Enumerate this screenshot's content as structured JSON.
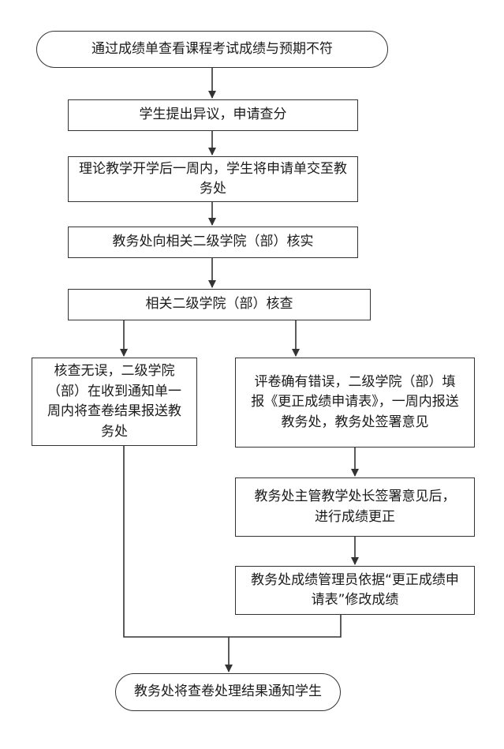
{
  "diagram": {
    "nodes": {
      "start": "通过成绩单查看课程考试成绩与预期不符",
      "step1": "学生提出异议，申请查分",
      "step2": "理论教学开学后一周内，学生将申请单交至教务处",
      "step3": "教务处向相关二级学院（部）核实",
      "step4": "相关二级学院（部）核查",
      "left_branch": "核查无误，二级学院（部）在收到通知单一周内将查卷结果报送教务处",
      "right_branch": "评卷确有错误，二级学院（部）填报《更正成绩申请表》，一周内报送教务处，教务处签署意见",
      "right_step2": "教务处主管教学处长签署意见后，进行成绩更正",
      "right_step3": "教务处成绩管理员依据“更正成绩申请表”修改成绩",
      "end": "教务处将查卷处理结果通知学生"
    },
    "colors": {
      "line": "#333333",
      "border": "#333333",
      "text": "#1a1a1a"
    }
  }
}
